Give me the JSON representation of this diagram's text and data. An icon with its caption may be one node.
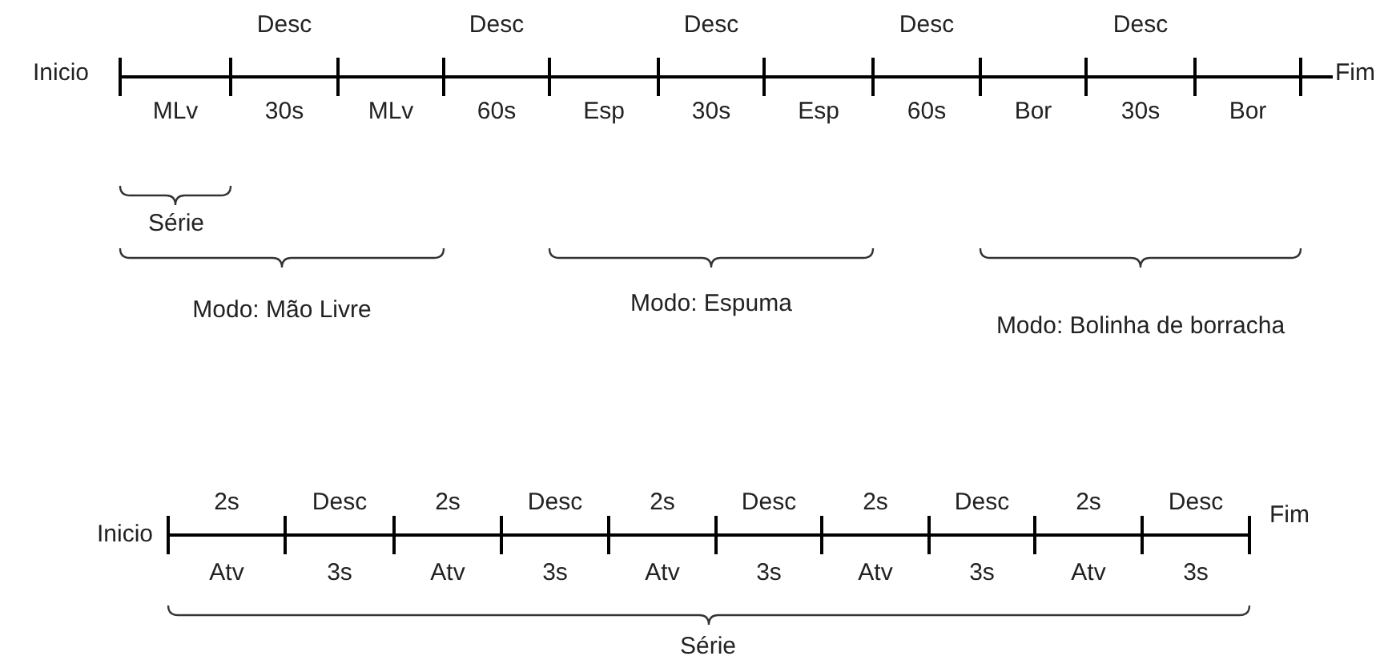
{
  "diagram": {
    "labels": [
      "Desc",
      "Desc",
      "Desc",
      "Desc",
      "Desc",
      "Inicio",
      "MLv",
      "30s",
      "MLv",
      "60s",
      "Esp",
      "30s",
      "Esp",
      "60s",
      "Bor",
      "30s",
      "Bor",
      "Fim",
      "Série",
      "Modo: Mão Livre",
      "Modo: Espuma",
      "Modo: Bolinha de borracha",
      "Inicio",
      "2s",
      "Desc",
      "2s",
      "Desc",
      "2s",
      "Desc",
      "2s",
      "Desc",
      "2s",
      "Desc",
      "Fim",
      "Atv",
      "3s",
      "Atv",
      "3s",
      "Atv",
      "3s",
      "Atv",
      "3s",
      "Atv",
      "3s",
      "Série"
    ]
  }
}
